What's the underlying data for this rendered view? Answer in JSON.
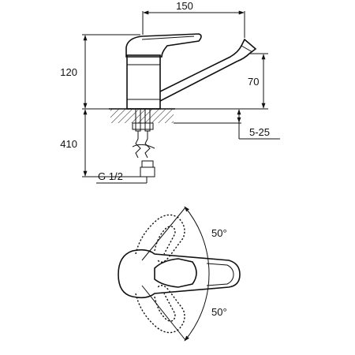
{
  "dimensions": {
    "spout_length": "150",
    "total_height": "120",
    "spout_height": "70",
    "hose_length": "410",
    "mount_thickness": "5-25",
    "thread": "G 1/2"
  },
  "angles": {
    "upper": "50°",
    "lower": "50°"
  }
}
